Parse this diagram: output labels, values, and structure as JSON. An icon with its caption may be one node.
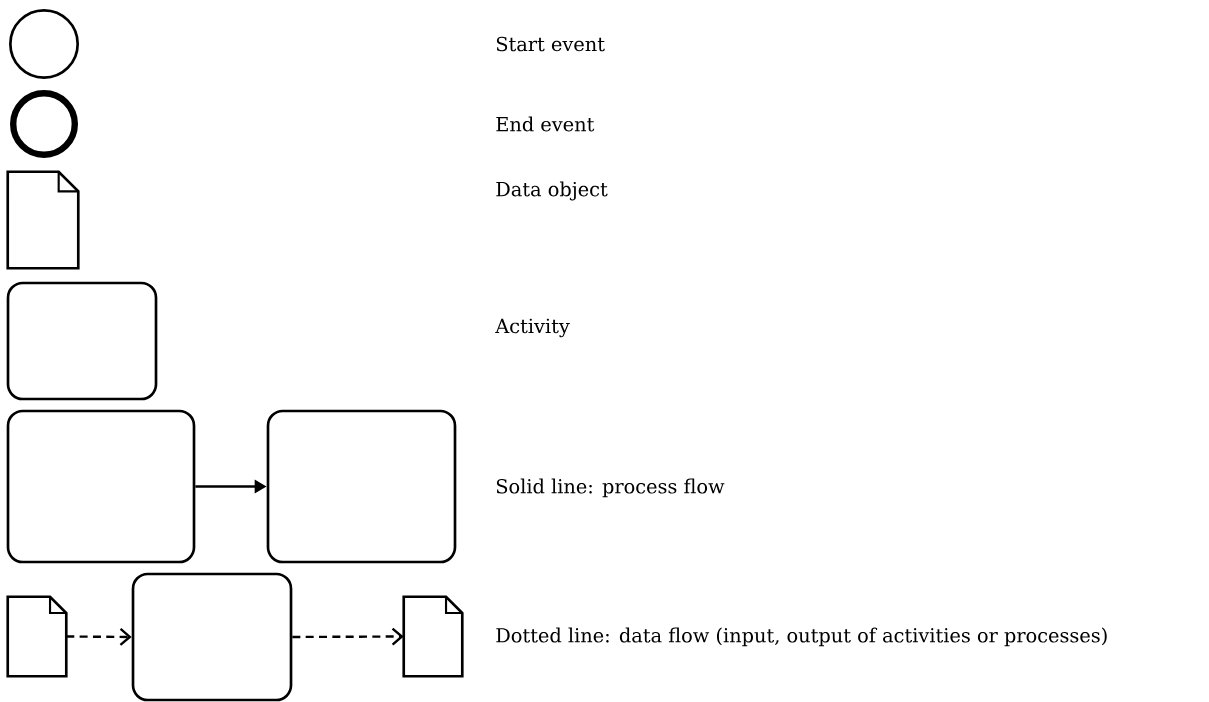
{
  "diagram": {
    "nodes": [
      {
        "text": [],
        "shape": "circle"
      },
      {
        "text": [],
        "shape": "circle"
      },
      {
        "text": [],
        "shape": "document"
      },
      {
        "text": [],
        "shape": "box"
      },
      {
        "text": [],
        "shape": "box"
      },
      {
        "text": [],
        "shape": "box"
      },
      {
        "text": [],
        "shape": "document"
      },
      {
        "text": [],
        "shape": "box"
      },
      {
        "text": [],
        "shape": "document"
      }
    ],
    "edges": [
      {
        "from": 4,
        "to": 5,
        "arrow": "to"
      },
      {
        "from": 6,
        "to": 7,
        "arrow": "to",
        "style": "dashed"
      },
      {
        "from": 7,
        "to": 8,
        "arrow": "to",
        "style": "dashed"
      }
    ],
    "labels": [
      "Start event",
      "End event",
      "Data object",
      "Activity",
      "Solid line: process flow",
      "Dotted line: data flow (input, output of activities or processes)"
    ]
  }
}
